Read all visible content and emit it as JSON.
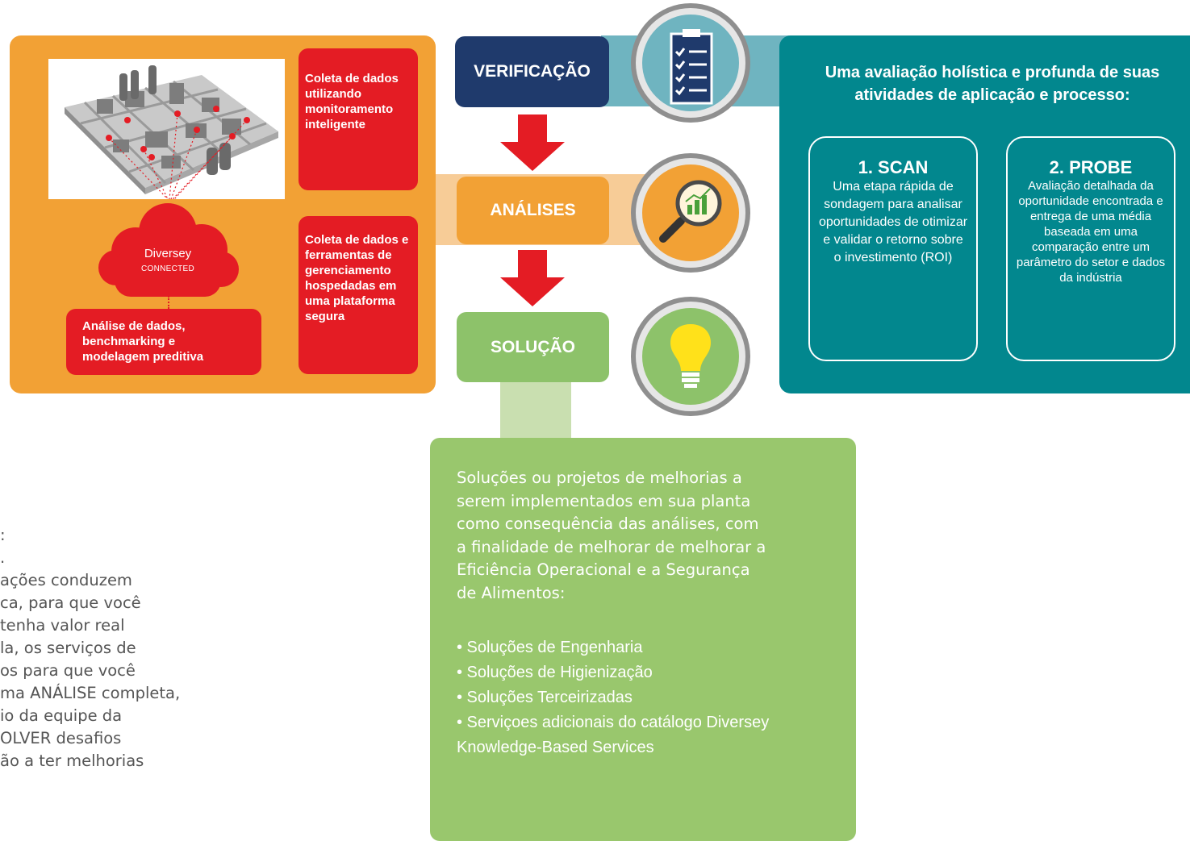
{
  "orange_panel": {
    "box1": "Coleta de dados utilizando monitoramento inteligente",
    "box2": "Coleta de dados e ferramentas de gerenciamento hospedadas em uma plataforma segura",
    "box3": "Análise de dados, benchmarking e modelagem preditiva",
    "cloud_brand": "Diversey",
    "cloud_sub": "CONNECTED"
  },
  "steps": {
    "verificacao": "VERIFICAÇÃO",
    "analises": "ANÁLISES",
    "solucao": "SOLUÇÃO"
  },
  "teal_panel": {
    "heading": "Uma avaliação holística e profunda de suas atividades de aplicação e processo:",
    "scan_title": "1. SCAN",
    "scan_text": "Uma etapa rápida de sondagem para analisar oportunidades de otimizar e validar o retorno sobre o investimento (ROI)",
    "probe_title": "2. PROBE",
    "probe_text": "Avaliação detalhada da oportunidade encontrada e entrega de uma média baseada em uma comparação entre um parâmetro do setor e dados da indústria"
  },
  "green_panel": {
    "intro": "Soluções ou projetos de melhorias a\nserem implementados em sua planta\ncomo consequência das análises, com\na finalidade de melhorar de melhorar a\nEficiência Operacional e a Segurança\nde Alimentos:",
    "items": [
      "• Soluções de Engenharia",
      "• Soluções de Higienização",
      "• Soluções Terceirizadas",
      "• Serviçoes adicionais do catálogo Diversey Knowledge-Based Services"
    ]
  },
  "left_text": [
    ":",
    ".",
    "ações conduzem",
    "ca, para que você",
    "tenha valor real",
    "la, os serviços de",
    "os para que você",
    "ma ANÁLISE completa,",
    "io da equipe da",
    "OLVER desafios",
    "ão a ter melhorias"
  ],
  "colors": {
    "orange": "#f2a135",
    "red": "#e41c24",
    "navy": "#1f3a6c",
    "teal": "#02878e",
    "green": "#99c76d"
  }
}
